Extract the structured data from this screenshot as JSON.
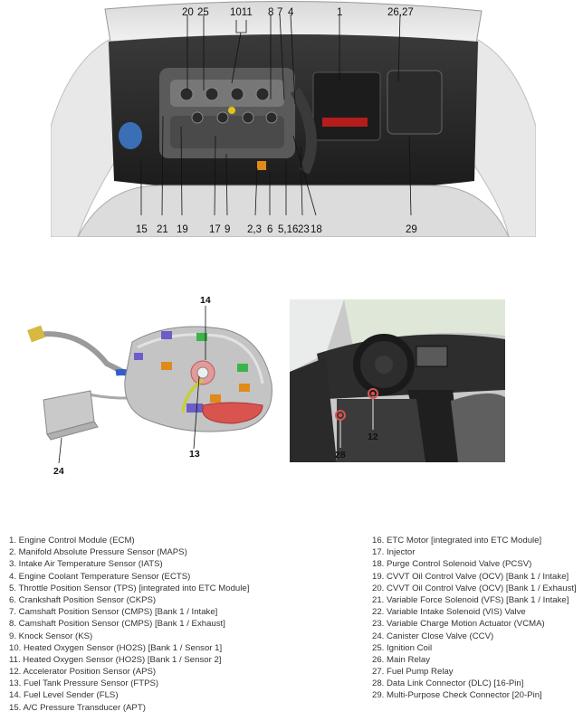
{
  "engine_callouts": {
    "top": [
      "20",
      "25",
      "1011",
      "8",
      "7",
      "4",
      "1",
      "26,27"
    ],
    "bottom": [
      "15",
      "21",
      "19",
      "17",
      "9",
      "2,3",
      "6",
      "5,16",
      "23",
      "18",
      "29"
    ]
  },
  "tank_callouts": [
    "14",
    "13",
    "24"
  ],
  "interior_callouts": [
    "12",
    "28"
  ],
  "legend_left": [
    "1. Engine Control Module (ECM)",
    "2. Manifold Absolute Pressure Sensor (MAPS)",
    "3. Intake Air Temperature Sensor (IATS)",
    "4. Engine Coolant Temperature Sensor (ECTS)",
    "5. Throttle Position Sensor (TPS) [integrated into ETC Module]",
    "6. Crankshaft Position Sensor (CKPS)",
    "7. Camshaft Position Sensor (CMPS) [Bank 1 / Intake]",
    "8. Camshaft Position Sensor (CMPS) [Bank 1 / Exhaust]",
    "9. Knock Sensor (KS)",
    "10. Heated Oxygen Sensor (HO2S) [Bank 1 / Sensor 1]",
    "11. Heated Oxygen Sensor (HO2S) [Bank 1 / Sensor 2]",
    "12. Accelerator Position Sensor (APS)",
    "13. Fuel Tank Pressure Sensor (FTPS)",
    "14. Fuel Level Sender (FLS)",
    "15. A/C Pressure Transducer (APT)"
  ],
  "legend_right": [
    "16. ETC Motor [integrated into ETC Module]",
    "17. Injector",
    "18. Purge Control Solenoid Valve (PCSV)",
    "19. CVVT Oil Control Valve (OCV) [Bank 1 / Intake]",
    "20. CVVT Oil Control Valve (OCV) [Bank 1 / Exhaust]",
    "21. Variable Force Solenoid (VFS) [Bank 1 / Intake]",
    "22. Variable Intake Solenoid (VIS) Valve",
    "23. Variable Charge Motion Actuator (VCMA)",
    "24. Canister Close Valve (CCV)",
    "25. Ignition Coil",
    "26. Main Relay",
    "27. Fuel Pump Relay",
    "28. Data Link Connector (DLC) [16-Pin]",
    "29. Multi-Purpose Check Connector [20-Pin]"
  ]
}
